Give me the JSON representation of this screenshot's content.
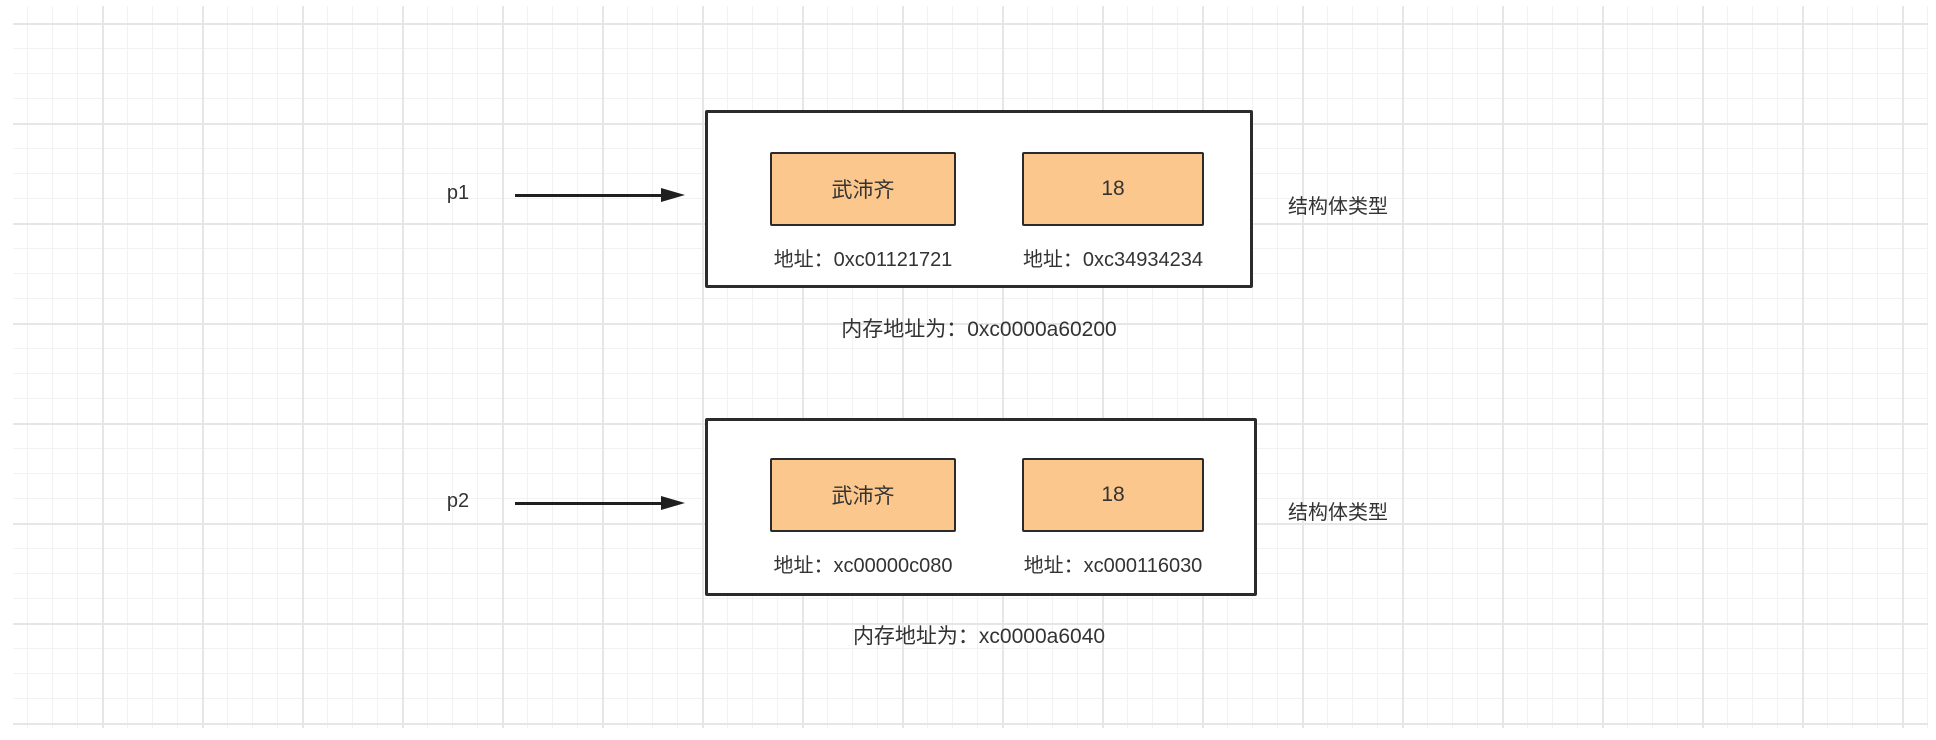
{
  "diagram": {
    "colors": {
      "field_fill": "#fcc78c",
      "stroke": "#2b2b2b",
      "text": "#333333",
      "grid_minor": "#f2f2f2",
      "grid_major": "#e6e6e6"
    },
    "groups": [
      {
        "pointer_label": "p1",
        "struct": {
          "fields": [
            {
              "value": "武沛齐",
              "address": "地址：0xc01121721"
            },
            {
              "value": "18",
              "address": "地址：0xc34934234"
            }
          ]
        },
        "type_label": "结构体类型",
        "memory_label": "内存地址为：0xc0000a60200"
      },
      {
        "pointer_label": "p2",
        "struct": {
          "fields": [
            {
              "value": "武沛齐",
              "address": "地址：xc00000c080"
            },
            {
              "value": "18",
              "address": "地址：xc000116030"
            }
          ]
        },
        "type_label": "结构体类型",
        "memory_label": "内存地址为：xc0000a6040"
      }
    ]
  }
}
